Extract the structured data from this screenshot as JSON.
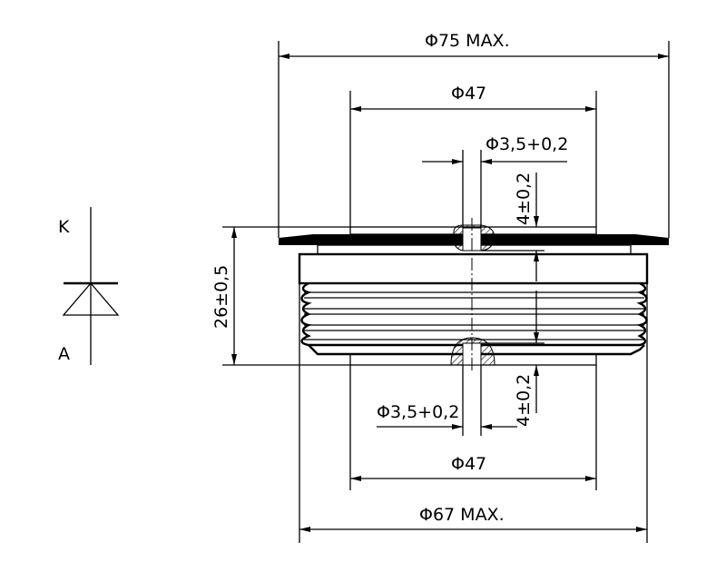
{
  "symbol": {
    "cathode_label": "K",
    "anode_label": "A"
  },
  "dimensions": {
    "outer_flange": "Φ75 MAX.",
    "top_contact": "Φ47",
    "top_hole": "Φ3,5+0,2",
    "top_hole_depth": "4±0,2",
    "height": "26±0,5",
    "bottom_hole": "Φ3,5+0,2",
    "bottom_hole_depth": "4±0,2",
    "bottom_contact": "Φ47",
    "body_diameter": "Φ67 MAX."
  }
}
